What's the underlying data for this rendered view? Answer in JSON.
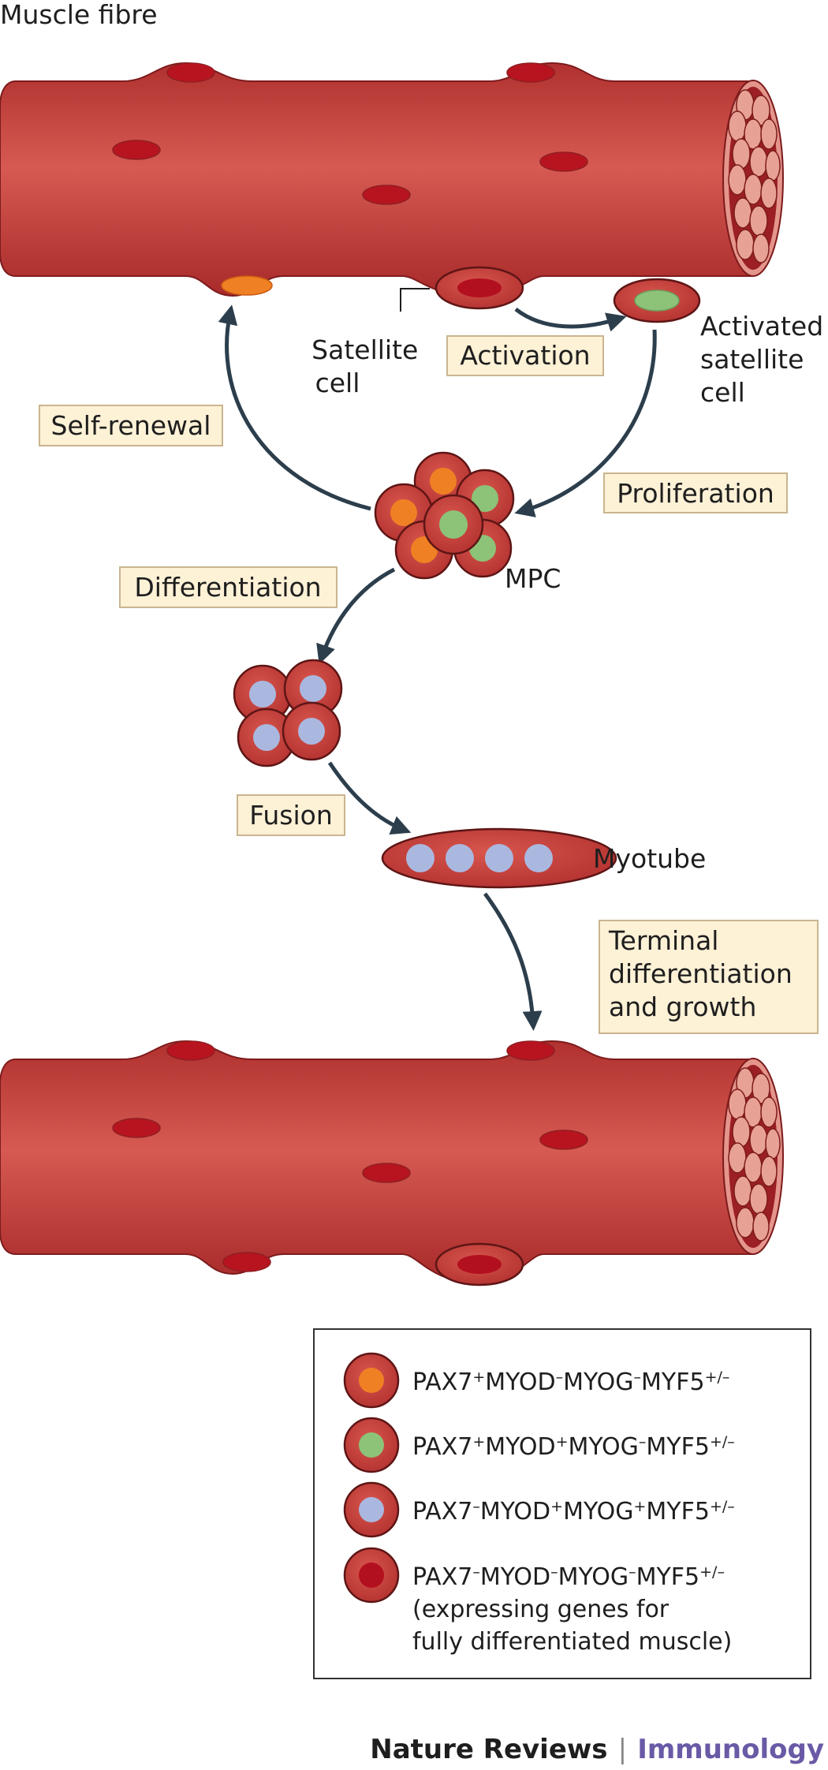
{
  "colors": {
    "fibre": "#c8433f",
    "fibre_dark": "#8f1f22",
    "fibre_light": "#e3877f",
    "label_box_fill": "#fdf1d6",
    "label_box_stroke": "#c9b58f",
    "arrow": "#2c3e4c",
    "nucleus_orange": "#f08024",
    "nucleus_green": "#8cc378",
    "nucleus_blue": "#aab8e0",
    "nucleus_red": "#b3101f",
    "brand_purple": "#6a5aa6"
  },
  "labels": {
    "muscle_fibre": "Muscle fibre",
    "satellite_cell": [
      "Satellite",
      "cell"
    ],
    "activated_satellite_cell": [
      "Activated",
      "satellite",
      "cell"
    ],
    "mpc": "MPC",
    "myotube": "Myotube"
  },
  "steps": {
    "activation": "Activation",
    "self_renewal": "Self-renewal",
    "proliferation": "Proliferation",
    "differentiation": "Differentiation",
    "fusion": "Fusion",
    "terminal": [
      "Terminal",
      "differentiation",
      "and growth"
    ]
  },
  "legend": [
    {
      "nucleus": "orange",
      "parts": [
        [
          "PAX7",
          "+"
        ],
        [
          "MYOD",
          "–"
        ],
        [
          "MYOG",
          "–"
        ],
        [
          "MYF5",
          "+/–"
        ]
      ],
      "extra": []
    },
    {
      "nucleus": "green",
      "parts": [
        [
          "PAX7",
          "+"
        ],
        [
          "MYOD",
          "+"
        ],
        [
          "MYOG",
          "–"
        ],
        [
          "MYF5",
          "+/–"
        ]
      ],
      "extra": []
    },
    {
      "nucleus": "blue",
      "parts": [
        [
          "PAX7",
          "–"
        ],
        [
          "MYOD",
          "+"
        ],
        [
          "MYOG",
          "+"
        ],
        [
          "MYF5",
          "+/–"
        ]
      ],
      "extra": []
    },
    {
      "nucleus": "red",
      "parts": [
        [
          "PAX7",
          "–"
        ],
        [
          "MYOD",
          "–"
        ],
        [
          "MYOG",
          "–"
        ],
        [
          "MYF5",
          "+/–"
        ]
      ],
      "extra": [
        "(expressing genes for",
        "fully differentiated muscle)"
      ]
    }
  ],
  "footer": {
    "journal": "Nature Reviews",
    "separator": "|",
    "section": "Immunology"
  }
}
